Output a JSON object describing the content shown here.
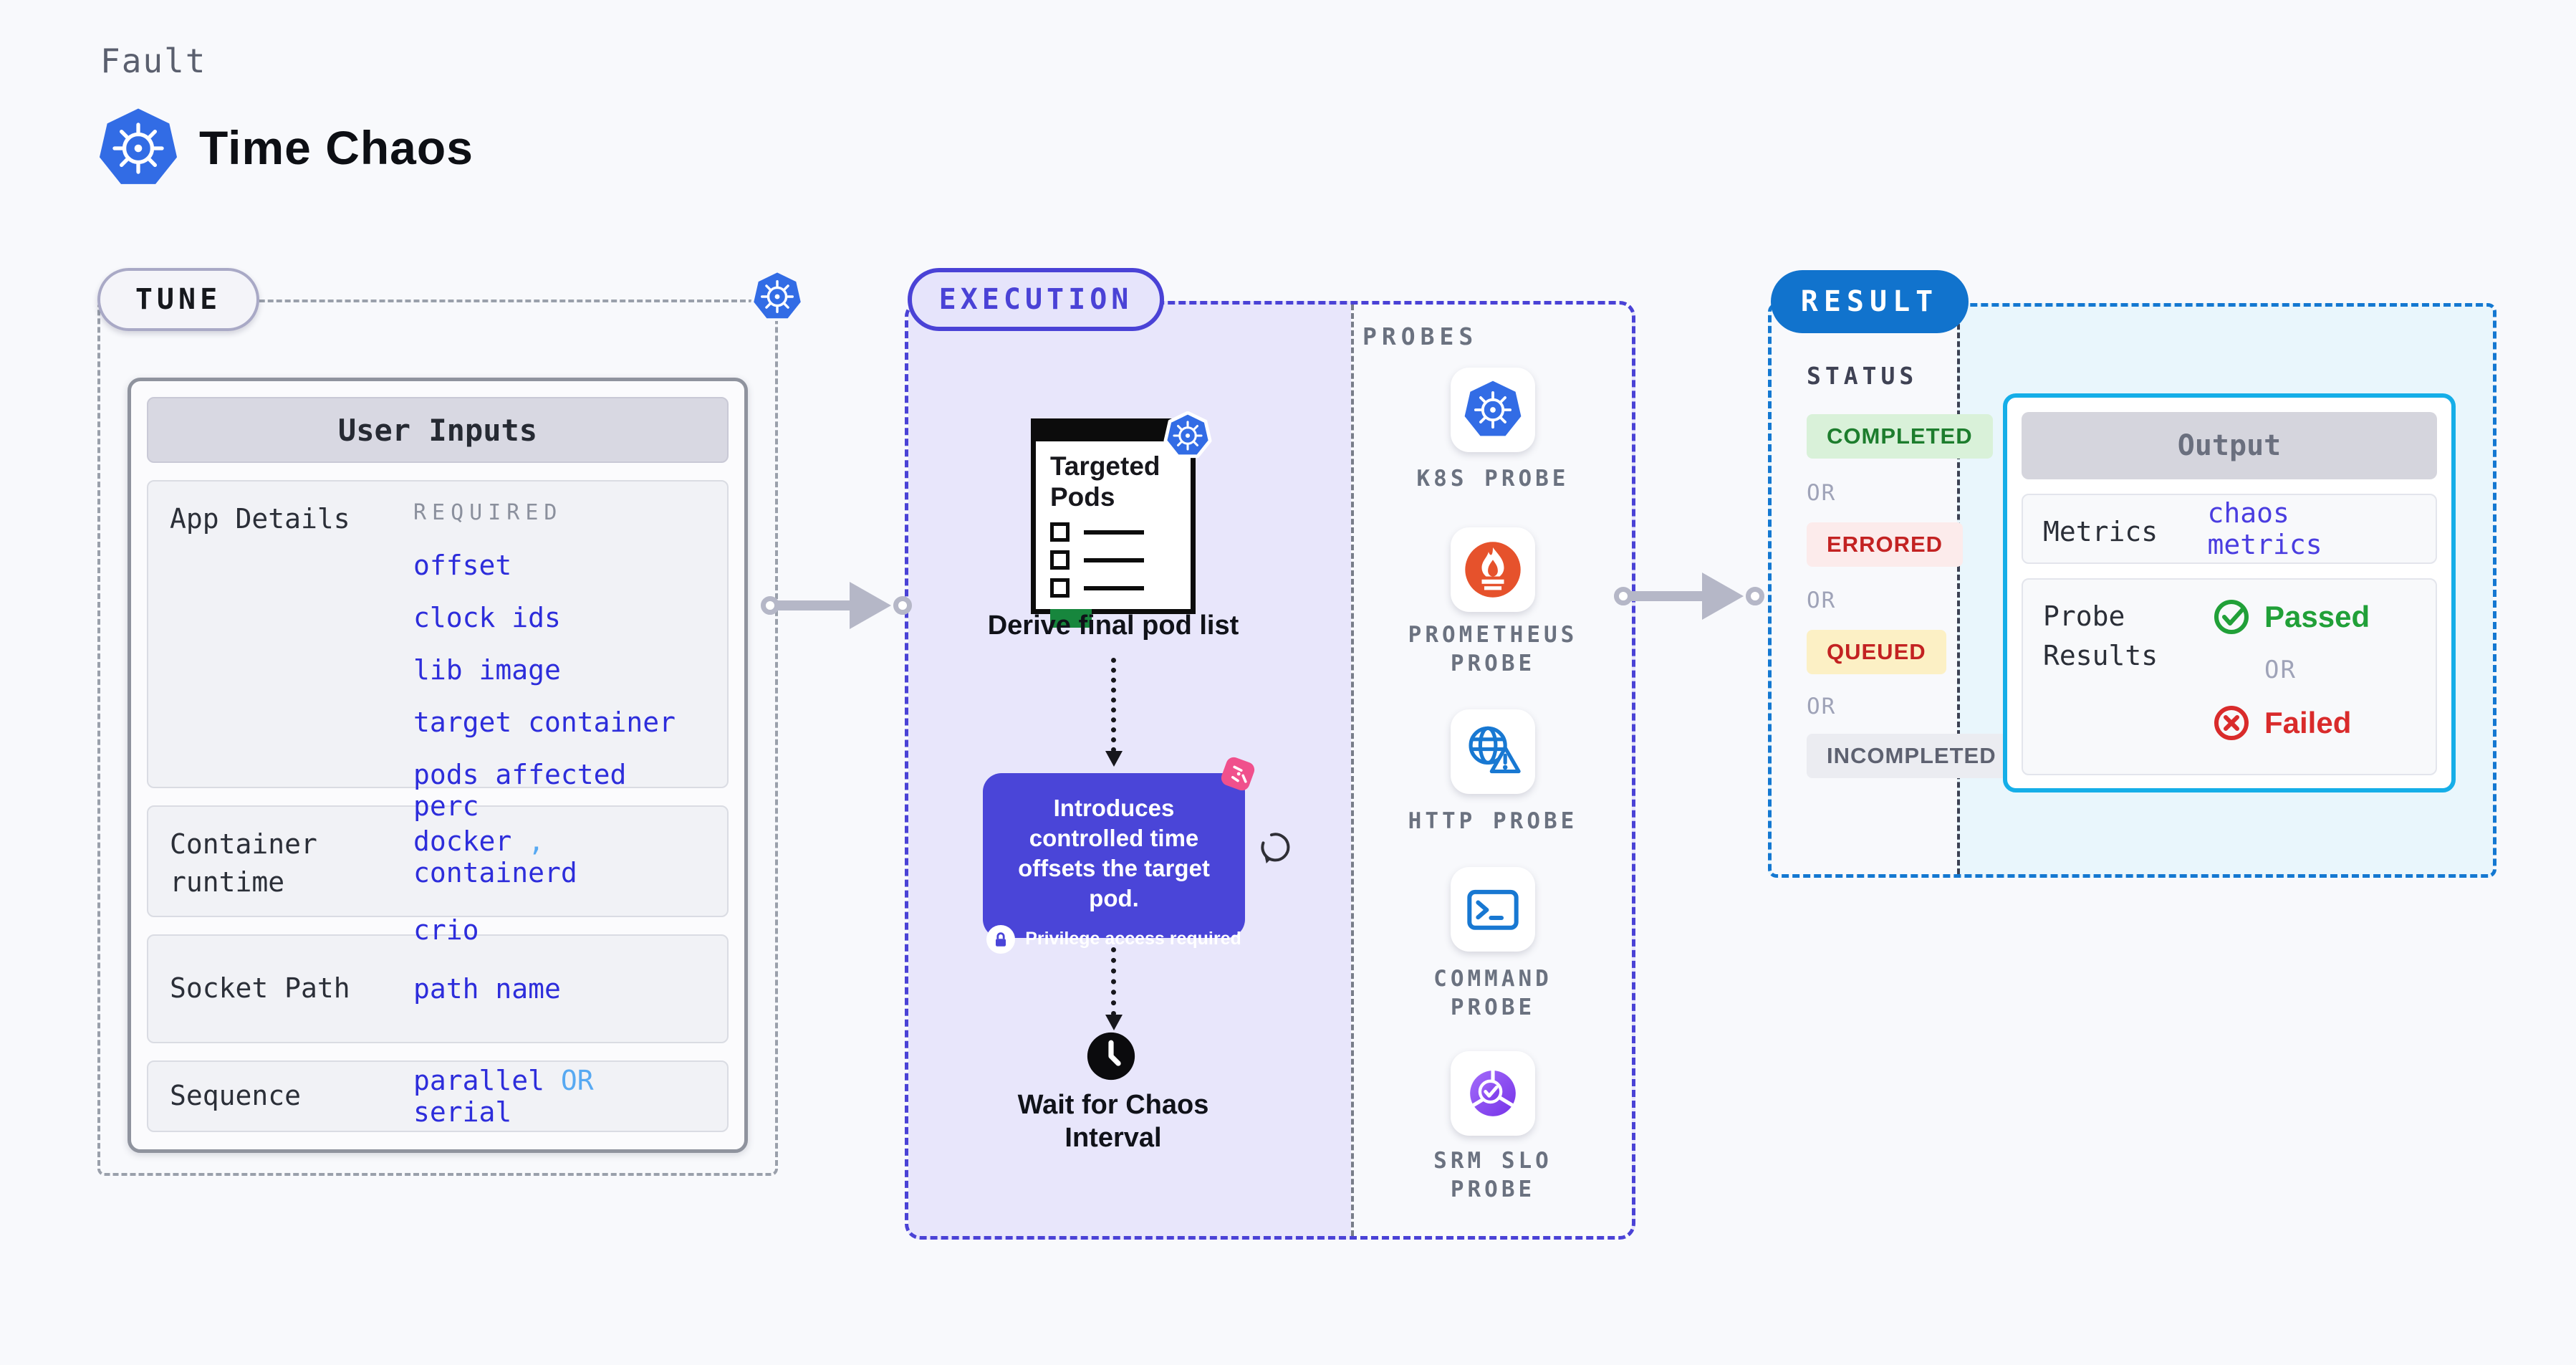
{
  "header": {
    "eyebrow": "Fault",
    "title": "Time Chaos"
  },
  "tune": {
    "pill": "TUNE",
    "user_inputs_title": "User Inputs",
    "app_details": {
      "label": "App Details",
      "required_tag": "REQUIRED",
      "values": [
        "offset",
        "clock ids",
        "lib image",
        "target container",
        "pods affected perc"
      ]
    },
    "container_runtime": {
      "label": "Container runtime",
      "value1": "docker",
      "separator": ",",
      "value2": "containerd",
      "value3": "crio"
    },
    "socket_path": {
      "label": "Socket Path",
      "value": "path name"
    },
    "sequence": {
      "label": "Sequence",
      "value1": "parallel",
      "or": "OR",
      "value2": "serial"
    }
  },
  "execution": {
    "pill": "EXECUTION",
    "targeted_pods_title": "Targeted Pods",
    "derive_caption": "Derive final pod list",
    "tooltip": {
      "text": "Introduces controlled time offsets the target pod.",
      "privilege_note": "Privilege access required"
    },
    "wait_caption": "Wait for Chaos Interval"
  },
  "probes": {
    "label": "PROBES",
    "items": [
      {
        "name": "K8S PROBE",
        "icon": "kubernetes-icon"
      },
      {
        "name": "PROMETHEUS PROBE",
        "icon": "prometheus-icon"
      },
      {
        "name": "HTTP PROBE",
        "icon": "globe-warning-icon"
      },
      {
        "name": "COMMAND PROBE",
        "icon": "terminal-icon"
      },
      {
        "name": "SRM SLO PROBE",
        "icon": "slo-gauge-check-icon"
      }
    ]
  },
  "result": {
    "pill": "RESULT",
    "status_label": "STATUS",
    "or_label": "OR",
    "statuses": [
      {
        "text": "COMPLETED"
      },
      {
        "text": "ERRORED"
      },
      {
        "text": "QUEUED"
      },
      {
        "text": "INCOMPLETED"
      }
    ],
    "output": {
      "title": "Output",
      "metrics_label": "Metrics",
      "metrics_value": "chaos metrics",
      "probe_results_label": "Probe Results",
      "passed": "Passed",
      "or": "OR",
      "failed": "Failed"
    }
  },
  "colors": {
    "background": "#f8f9fc",
    "value_blue": "#2d2ddb",
    "link_light_blue": "#57a9f2",
    "execution_indigo": "#4a42d6",
    "execution_fill": "#e8e6fb",
    "result_blue": "#1173cd",
    "output_border_cyan": "#15aee8",
    "kubernetes_blue": "#326ce5",
    "prometheus_orange": "#e6522c",
    "probe_icon_blue": "#1878d2",
    "srm_purple": "#8b5cf6",
    "tooltip_indigo": "#4a45d8",
    "chaos_pink": "#f0508c",
    "completed_green": "#1d7d2d",
    "errored_red": "#c32222",
    "passed_green": "#21a038",
    "failed_red": "#d92b2b",
    "arrow_gray": "#b5b7c7"
  }
}
